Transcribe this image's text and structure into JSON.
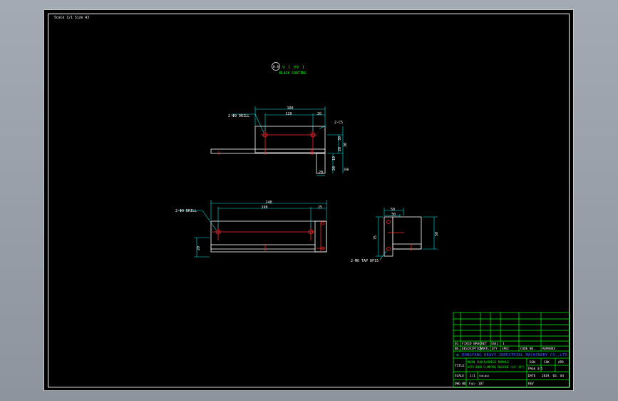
{
  "header": {
    "scale_note": "Scale  1/1   Size  A3"
  },
  "finish_note": {
    "symbol": "0.8",
    "roughness": "▽ ( ▽▽ )",
    "coating": "BLACK COATING"
  },
  "view_top": {
    "drill_label": "2-Φ9 DRILL",
    "chamfer_label": "2-C5",
    "dims": {
      "overall": "160",
      "hole_pitch": "120",
      "edge": "20",
      "height1": "30",
      "height2": "20",
      "height3": "30",
      "thick": "10",
      "base": "20",
      "base2": "20",
      "small": "200"
    }
  },
  "view_front": {
    "drill_label": "2-Φ9 DRILL",
    "dims": {
      "overall": "240",
      "hole_pitch": "190",
      "edge": "25",
      "height": "20"
    }
  },
  "view_side": {
    "tap_label": "2-M6 TAP DP15",
    "dims": {
      "width": "50",
      "pitch": "30",
      "height_left": "75",
      "height_right": "50"
    }
  },
  "title_block": {
    "row_item": {
      "no": "01",
      "desc": "FIXED BRACKET",
      "matl": "SS41",
      "qty": "1"
    },
    "headers": {
      "no": "NO.",
      "desc": "DESCRIPTION",
      "matl": "MATL",
      "qty": "QTY",
      "spec": "SPEC",
      "code": "CODE NO.",
      "remarks": "REMARKS"
    },
    "company": "DONGYANG HEAVY INDUSTRIAL MACHINERY CO.,LTD",
    "title_label": "TITLE",
    "title_line1": "MAIN CHUCK/PRESS MODULE",
    "title_line2": "AUTO BAND CLAMPING MACHINE (16\"-24\")",
    "title_ref": "PAGE 3/5",
    "dsn": "DSN",
    "chk": "CHK",
    "apr": "APR",
    "scale_label": "SCALE",
    "scale_value": "1/1",
    "angle_label": "THIRD ANGLE",
    "date_label": "DATE",
    "date_value": "2019. 03. 04",
    "dwg_label": "DWG NO",
    "dwg_value": "Fun- 107",
    "rev_label": "REV"
  },
  "colors": {
    "sheet": "#000000",
    "geometry": "#ffffff",
    "dimension": "#00e5e5",
    "center_line": "#ff2a2a",
    "title_block": "#00ff00",
    "company": "#4060ff"
  }
}
